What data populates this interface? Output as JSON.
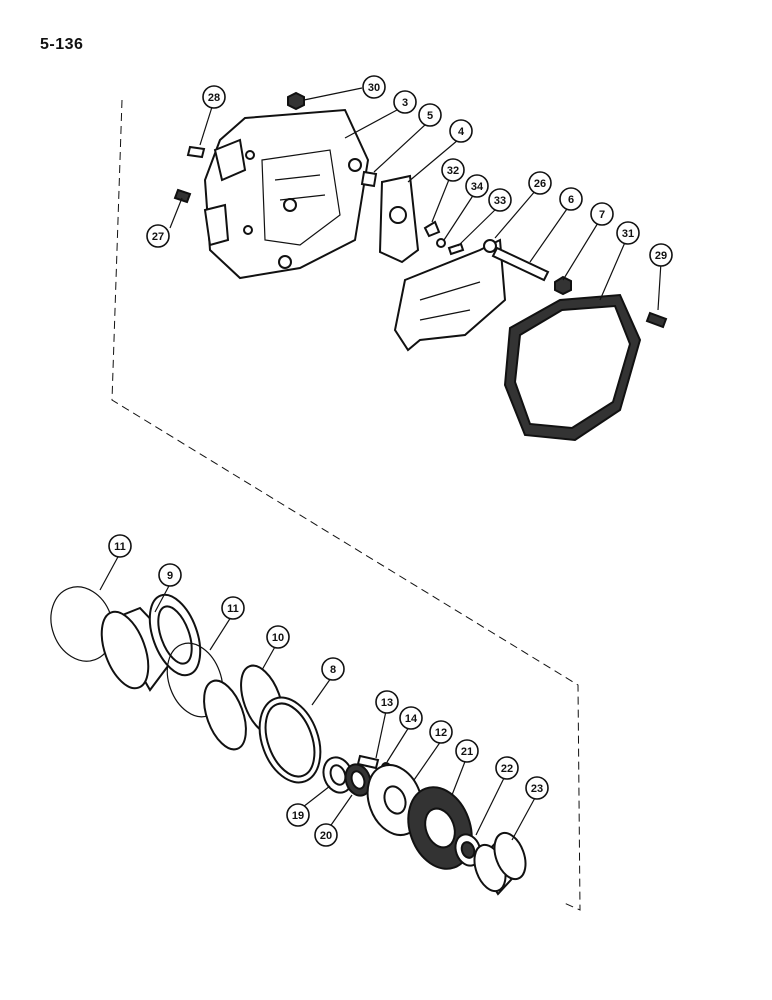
{
  "page": {
    "number": "5-136"
  },
  "colors": {
    "ink": "#111111",
    "paper": "#ffffff"
  },
  "callouts": [
    {
      "label": "30"
    },
    {
      "label": "3"
    },
    {
      "label": "28"
    },
    {
      "label": "5"
    },
    {
      "label": "4"
    },
    {
      "label": "27"
    },
    {
      "label": "32"
    },
    {
      "label": "34"
    },
    {
      "label": "33"
    },
    {
      "label": "26"
    },
    {
      "label": "6"
    },
    {
      "label": "7"
    },
    {
      "label": "31"
    },
    {
      "label": "29"
    },
    {
      "label": "11"
    },
    {
      "label": "9"
    },
    {
      "label": "11"
    },
    {
      "label": "10"
    },
    {
      "label": "8"
    },
    {
      "label": "13"
    },
    {
      "label": "14"
    },
    {
      "label": "12"
    },
    {
      "label": "21"
    },
    {
      "label": "22"
    },
    {
      "label": "23"
    },
    {
      "label": "19"
    },
    {
      "label": "20"
    }
  ]
}
